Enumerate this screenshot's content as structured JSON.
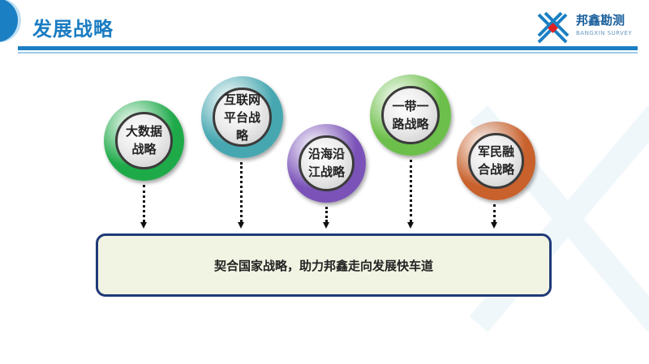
{
  "header": {
    "title": "发展战略",
    "logo_cn": "邦鑫勘测",
    "logo_en": "BANGXIN SURVEY"
  },
  "strategies": [
    {
      "label": "大数据战略",
      "color": "#1faa4a"
    },
    {
      "label": "互联网平台战略",
      "color": "#46a7b0"
    },
    {
      "label": "沿海沿江战略",
      "color": "#7b53b8"
    },
    {
      "label": "一带一路战略",
      "color": "#6cbf4a"
    },
    {
      "label": "军民融合战略",
      "color": "#c8612c"
    }
  ],
  "summary": "契合国家战略，助力邦鑫走向发展快车道"
}
